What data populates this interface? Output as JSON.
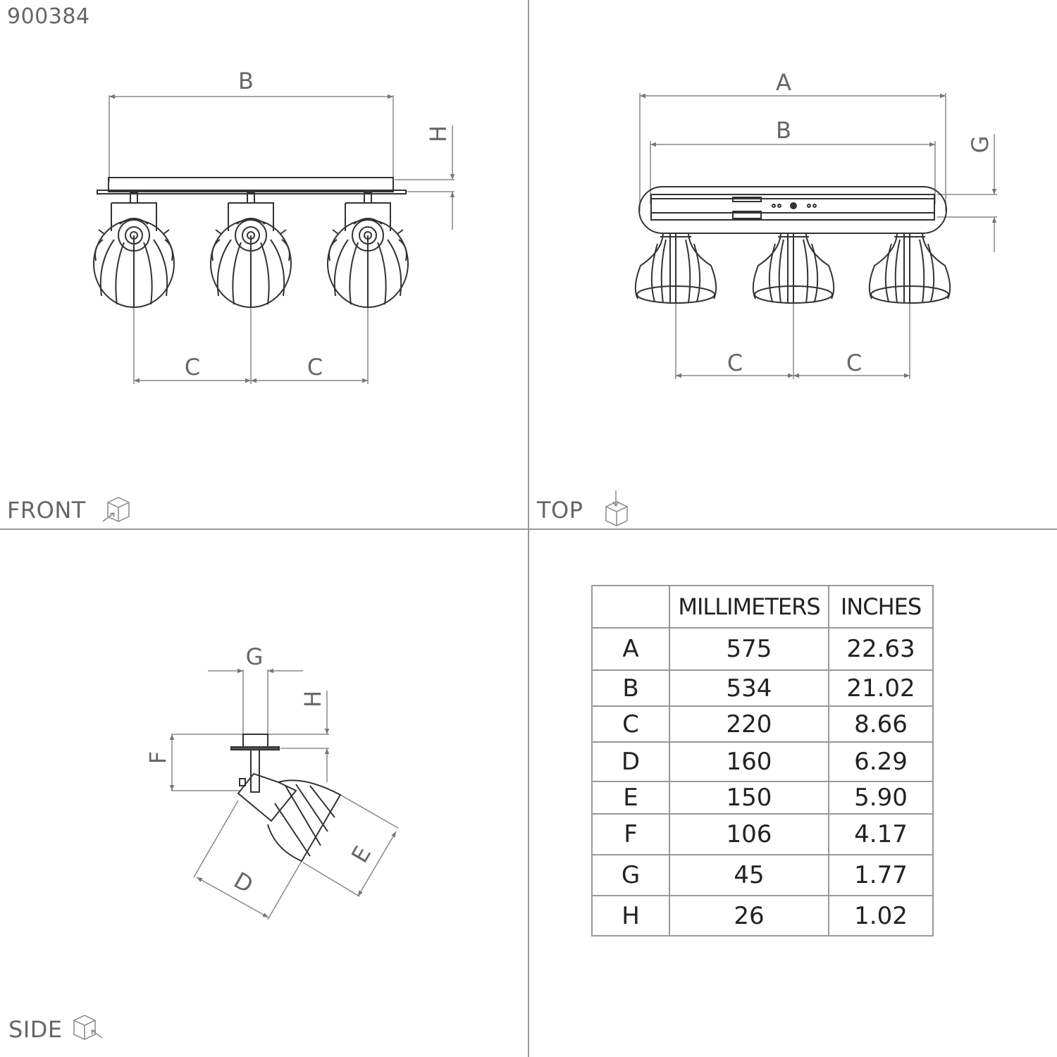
{
  "product_code": "900384",
  "views": {
    "front": {
      "label": "FRONT",
      "icon": "cube-front-view-icon",
      "dim_labels": {
        "width": "B",
        "height": "H",
        "spacing_left": "C",
        "spacing_right": "C"
      }
    },
    "top": {
      "label": "TOP",
      "icon": "cube-top-view-icon",
      "dim_labels": {
        "overall": "A",
        "width": "B",
        "depth": "G",
        "spacing_left": "C",
        "spacing_right": "C"
      }
    },
    "side": {
      "label": "SIDE",
      "icon": "cube-side-view-icon",
      "dim_labels": {
        "base": "G",
        "height": "H",
        "drop": "F",
        "diameter": "D",
        "length": "E"
      }
    }
  },
  "dimension_table": {
    "headers": [
      "",
      "MILLIMETERS",
      "INCHES"
    ],
    "rows": [
      {
        "key": "A",
        "mm": "575",
        "in": "22.63"
      },
      {
        "key": "B",
        "mm": "534",
        "in": "21.02"
      },
      {
        "key": "C",
        "mm": "220",
        "in": "8.66"
      },
      {
        "key": "D",
        "mm": "160",
        "in": "6.29"
      },
      {
        "key": "E",
        "mm": "150",
        "in": "5.90"
      },
      {
        "key": "F",
        "mm": "106",
        "in": "4.17"
      },
      {
        "key": "G",
        "mm": "45",
        "in": "1.77"
      },
      {
        "key": "H",
        "mm": "26",
        "in": "1.02"
      }
    ]
  },
  "colors": {
    "line": "#333333",
    "dim_line": "#888888",
    "text": "#666666",
    "divider": "#999999"
  }
}
